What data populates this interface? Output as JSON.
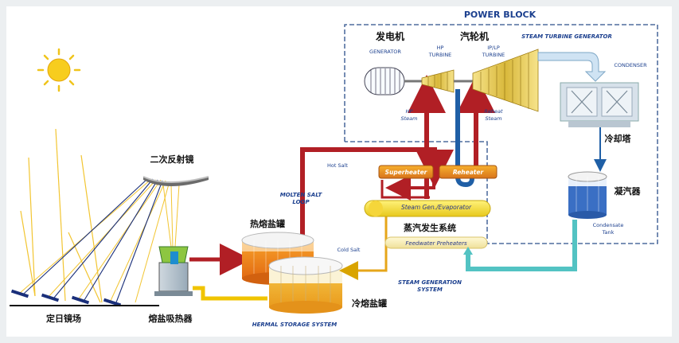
{
  "power_block": {
    "title": "POWER BLOCK",
    "generator_cn": "发电机",
    "turbine_cn": "汽轮机",
    "stg_label": "STEAM TURBINE GENERATOR",
    "generator": "GENERATOR",
    "hp_turbine": [
      "HP",
      "TURBINE"
    ],
    "iplp_turbine": [
      "IP/LP",
      "TURBINE"
    ],
    "condenser": "CONDENSER",
    "cooling_tower_cn": "冷却塔",
    "hp_steam": [
      "HP",
      "Steam"
    ],
    "reheat_steam": [
      "Reheat",
      "Steam"
    ]
  },
  "field": {
    "secondary_reflector_cn": "二次反射镜",
    "heliostat_cn": "定日镜场",
    "receiver_cn": "熔盐吸热器"
  },
  "salt_loop": {
    "label": [
      "MOLTEN SALT",
      "LOOP"
    ],
    "hot_salt": "Hot Salt",
    "cold_salt": "Cold Salt",
    "hot_tank_cn": "热熔盐罐",
    "cold_tank_cn": "冷熔盐罐",
    "storage_label": "HERMAL STORAGE SYSTEM"
  },
  "steam_gen": {
    "superheater": "Superheater",
    "reheater": "Reheater",
    "evaporator": "Steam Gen./Evaporator",
    "system_cn": "蒸汽发生系统",
    "preheaters": "Feedwater Preheaters",
    "label": [
      "STEAM GENERATION",
      "SYSTEM"
    ]
  },
  "condensate": {
    "cn": "凝汽器",
    "tank": [
      "Condensate",
      "Tank"
    ]
  },
  "colors": {
    "hot": "#b11f25",
    "cold": "#1f5fa6",
    "feedwater": "#53c3c3",
    "salt_cold": "#f0c400",
    "title": "#1b3f8e"
  }
}
